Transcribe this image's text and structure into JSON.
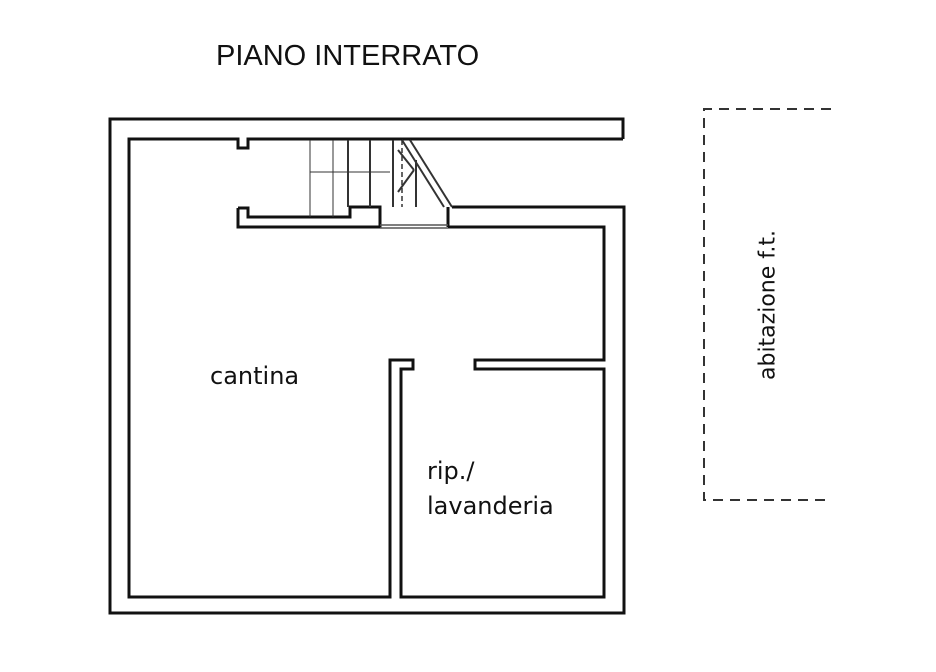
{
  "title": "PIANO INTERRATO",
  "rooms": {
    "cantina": "cantina",
    "lavanderia_line1": "rip./",
    "lavanderia_line2": "lavanderia"
  },
  "adjacent": "abitazione f.t."
}
